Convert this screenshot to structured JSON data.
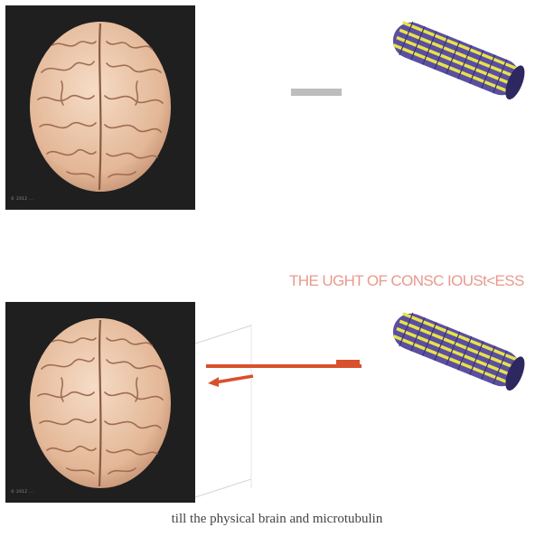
{
  "headline": "THE UGHT OF CONSC IOUSt<ESS",
  "caption": "till the physical brain and microtubulin",
  "watermark": "© 2012 ...",
  "colors": {
    "panel_background": "#1f1f1f",
    "brain": "#e8c2a6",
    "accent_orange": "#d8502c",
    "headline_pink": "#e89a8c",
    "tubulin_purple": "#5a4fa0",
    "tubulin_yellow": "#e8e24a",
    "separator_gray": "#bdbdbd"
  },
  "icons": [
    "brain-image",
    "microtubule-image",
    "arrow-left-icon"
  ]
}
